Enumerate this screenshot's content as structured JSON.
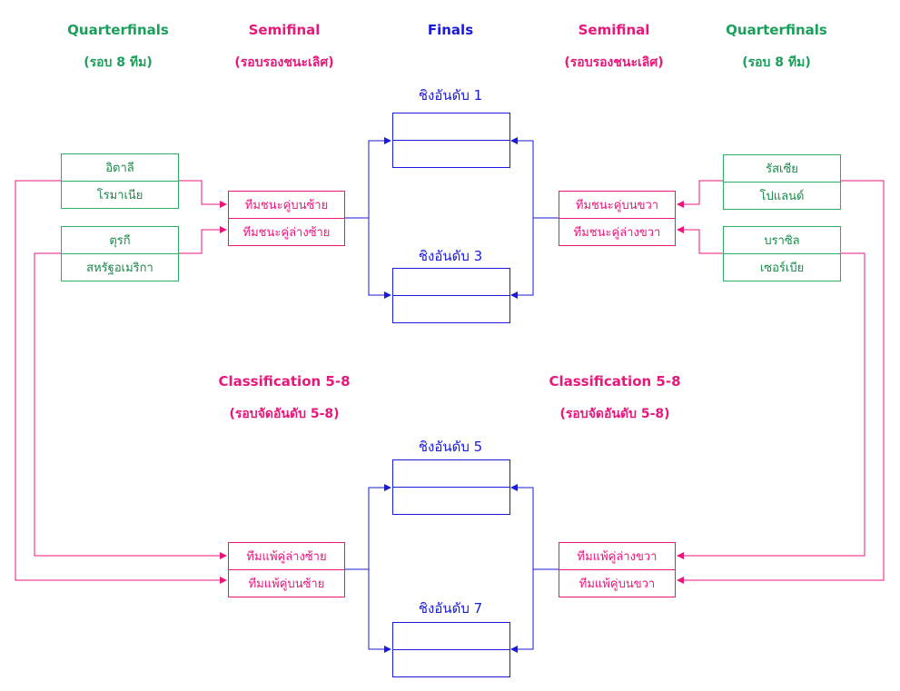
{
  "headers": {
    "left_qf": "Quarterfinals",
    "left_qf_sub": "(รอบ 8 ทีม)",
    "left_sf": "Semifinal",
    "left_sf_sub": "(รอบรองชนะเลิศ)",
    "finals": "Finals",
    "right_sf": "Semifinal",
    "right_sf_sub": "(รอบรองชนะเลิศ)",
    "right_qf": "Quarterfinals",
    "right_qf_sub": "(รอบ 8 ทีม)"
  },
  "classification": {
    "left_title": "Classification 5-8",
    "left_sub": "(รอบจัดอันดับ 5-8)",
    "right_title": "Classification 5-8",
    "right_sub": "(รอบจัดอันดับ 5-8)"
  },
  "left_quarterfinals": [
    [
      "อิตาลี",
      "โรมาเนีย"
    ],
    [
      "ตุรกี",
      "สหรัฐอเมริกา"
    ]
  ],
  "right_quarterfinals": [
    [
      "รัสเซีย",
      "โปแลนด์"
    ],
    [
      "บราซิล",
      "เซอร์เบีย"
    ]
  ],
  "left_semifinal": [
    "ทีมชนะคู่บนซ้าย",
    "ทีมชนะคู่ล่างซ้าย"
  ],
  "right_semifinal": [
    "ทีมชนะคู่บนขวา",
    "ทีมชนะคู่ล่างขวา"
  ],
  "left_classification": [
    "ทีมแพ้คู่ล่างซ้าย",
    "ทีมแพ้คู่บนซ้าย"
  ],
  "right_classification": [
    "ทีมแพ้คู่ล่างขวา",
    "ทีมแพ้คู่บนขวา"
  ],
  "placement_matches": [
    "ชิงอันดับ 1",
    "ชิงอันดับ 3",
    "ชิงอันดับ 5",
    "ชิงอันดับ 7"
  ],
  "colors": {
    "green": "#1aa05a",
    "pink": "#e8177a",
    "blue": "#1a1adb"
  }
}
